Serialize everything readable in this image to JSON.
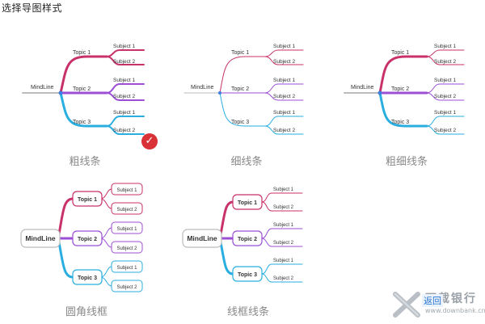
{
  "page": {
    "title": "选择导图样式"
  },
  "options": [
    {
      "label": "粗线条",
      "selected": true
    },
    {
      "label": "细线条",
      "selected": false
    },
    {
      "label": "粗细线条",
      "selected": false
    },
    {
      "label": "圆角线框",
      "selected": false
    },
    {
      "label": "线框线条",
      "selected": false
    }
  ],
  "mindmap": {
    "root": "MindLine",
    "topics": [
      {
        "label": "Topic 1",
        "subjects": [
          "Subject 1",
          "Subject 2"
        ]
      },
      {
        "label": "Topic 2",
        "subjects": [
          "Subject 1",
          "Subject 2"
        ]
      },
      {
        "label": "Topic 3",
        "subjects": [
          "Subject 1",
          "Subject 2"
        ]
      }
    ]
  },
  "colors": {
    "topic1": "#c8316a",
    "topic2": "#9b4fd4",
    "topic3": "#2aaee0",
    "selected_check": "#d93138",
    "label": "#8a8a8a"
  },
  "icons": {
    "selected": "check-circle-icon"
  },
  "watermark": {
    "name": "下载银行",
    "url": "www.downbank.cn",
    "back_label": "返回"
  }
}
